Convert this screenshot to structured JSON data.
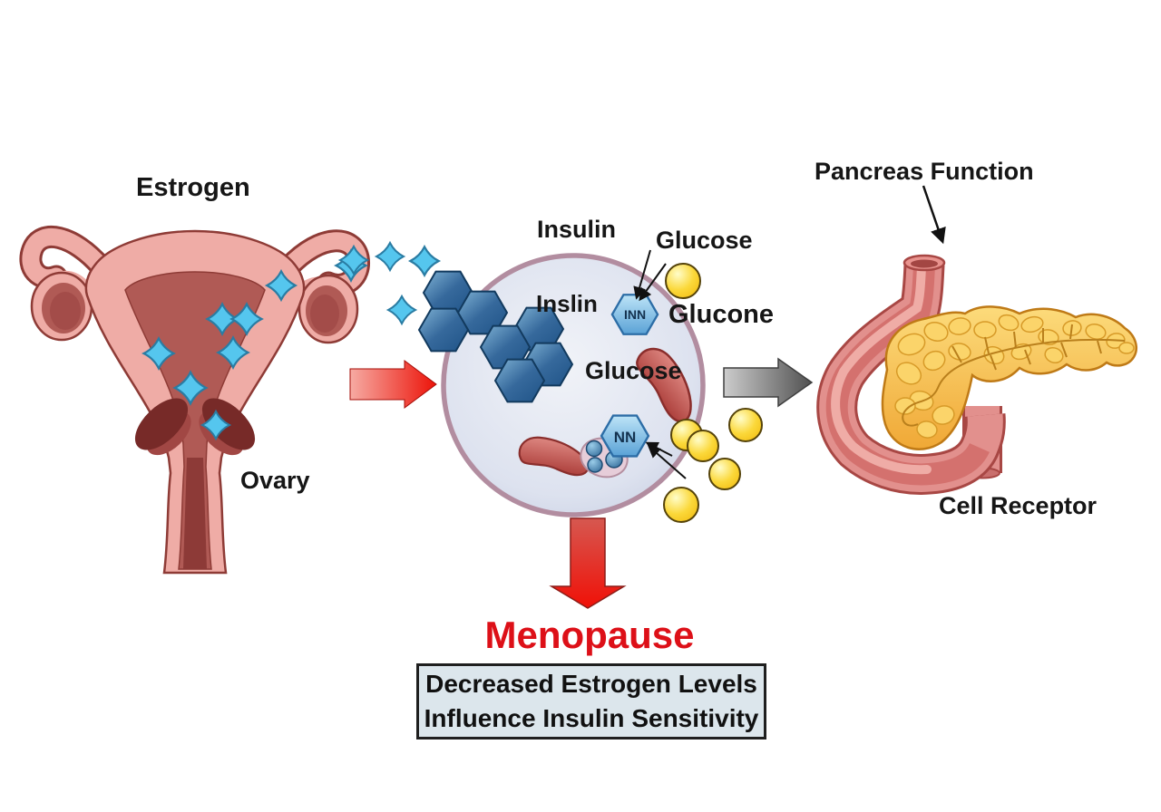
{
  "labels": {
    "estrogen": "Estrogen",
    "ovary": "Ovary",
    "insulin": "Insulin",
    "glucose_membrane": "Glucose",
    "inslin": "Inslin",
    "glucone": "Glucone",
    "glucose_cell": "Glucose",
    "inn_badge": "INN",
    "nn_badge": "NN",
    "pancreas_function": "Pancreas Function",
    "cell_receptor": "Cell Receptor"
  },
  "menopause": {
    "title": "Menopause",
    "note_line1": "Decreased Estrogen Levels",
    "note_line2": "Influence Insulin Sensitivity"
  },
  "colors": {
    "estrogen_diamond": "#55c6ee",
    "insulin_hexagon": "#2e6494",
    "glucose_sphere": "#f6c51b",
    "cell_fill": "#ccd3e5",
    "cell_border": "#b28da0",
    "organ_pink": "#efaca6",
    "organ_dark_red": "#a94f4d",
    "pancreas_yellow": "#f5bd4a",
    "menopause_red": "#dd1018",
    "arrow_red": "#ec1309",
    "arrow_gray": "#595959",
    "note_box_fill": "#dce6ec"
  }
}
